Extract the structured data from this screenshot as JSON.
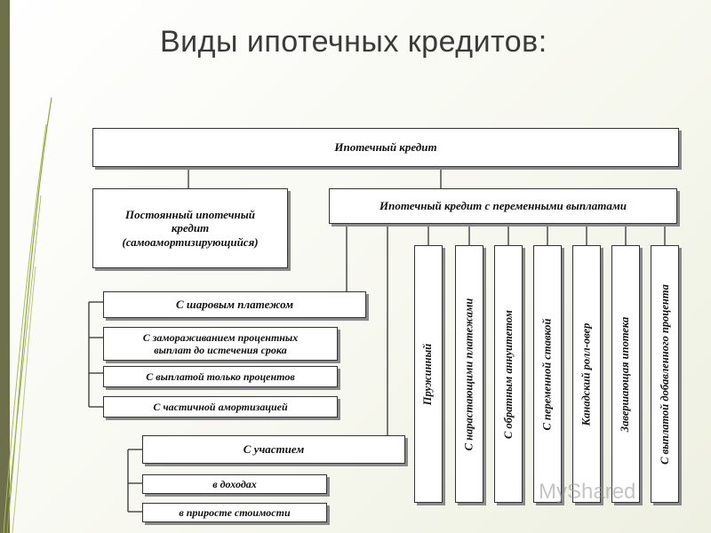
{
  "slide": {
    "title": "Виды ипотечных кредитов:"
  },
  "diagram": {
    "root": "Ипотечный кредит",
    "constant": {
      "line1": "Постоянный ипотечный",
      "line2": "кредит",
      "line3": "(самоамортизирующийся)"
    },
    "variable": "Ипотечный кредит с переменными выплатами",
    "left_group": {
      "balloon": "С шаровым платежом",
      "frozen_line1": "С замораживанием процентных",
      "frozen_line2": "выплат до истечения срока",
      "interest_only": "С выплатой только процентов",
      "partial": "С частичной амортизацией"
    },
    "participation": {
      "label": "С участием",
      "income": "в доходах",
      "value_growth": "в приросте стоимости"
    },
    "vertical_types": [
      "Пружинный",
      "С нарастающими платежами",
      "С обратным аннуитетом",
      "С переменной ставкой",
      "Канадский ролл-овер",
      "Завершающая ипотека",
      "С выплатой добавленного процента"
    ]
  },
  "watermark": "MyShared",
  "colors": {
    "accent": "#c0392b",
    "sidebar": "#6e6f4b",
    "deco_lines": "#8fa83a"
  }
}
